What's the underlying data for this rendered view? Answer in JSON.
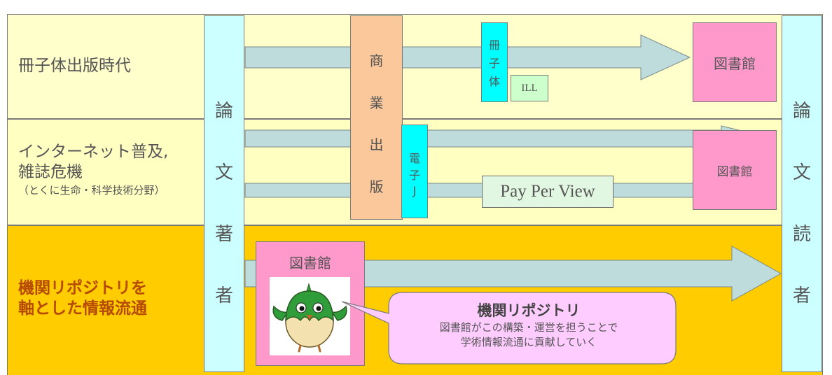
{
  "rows": {
    "r1": "冊子体出版時代",
    "r2_line1": "インターネット普及,",
    "r2_line2": "雑誌危機",
    "r2_note": "（とくに生命・科学技術分野）",
    "r3_line1": "機関リポジトリを",
    "r3_line2": "軸とした情報流通"
  },
  "author_column": [
    "論",
    "文",
    "著",
    "者"
  ],
  "reader_column": [
    "論",
    "文",
    "読",
    "者"
  ],
  "commercial_publishing": [
    "商",
    "業",
    "出",
    "版"
  ],
  "booklet_box": [
    "冊",
    "子",
    "体"
  ],
  "ill_label": "ILL",
  "ejournal_box": [
    "電",
    "子",
    "J"
  ],
  "library_label": "図書館",
  "ppv_label": "Pay Per View",
  "callout": {
    "title": "機関リポジトリ",
    "line1": "図書館がこの構築・運営を担うことで",
    "line2": "学術情報流通に貢献していく"
  },
  "colors": {
    "band1": "#ffffcc",
    "band3": "#ffcc00",
    "column": "#ccffff",
    "commercial": "#fbc89b",
    "library": "#ff99cc",
    "arrow": "#bfdcdc",
    "callout": "#ffccff"
  },
  "mascot_icon": "green-bird-mascot-icon"
}
